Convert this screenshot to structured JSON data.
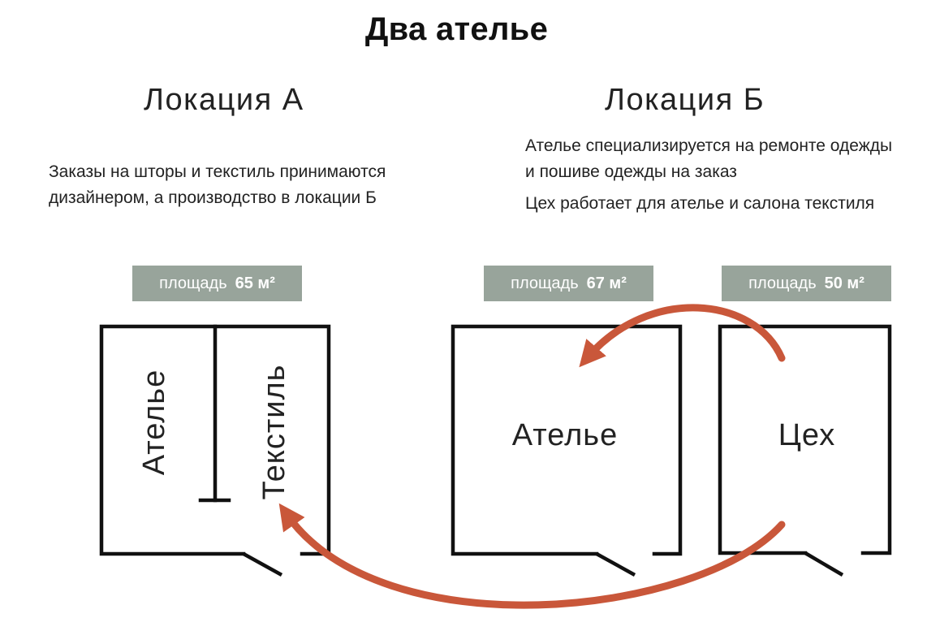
{
  "title": "Два ателье",
  "location_a": {
    "heading": "Локация А",
    "description": "Заказы на шторы и текстиль принимаются дизайнером, а производство в локации Б",
    "area": {
      "label": "площадь",
      "value": "65 м²"
    },
    "rooms": [
      "Ателье",
      "Текстиль"
    ]
  },
  "location_b": {
    "heading": "Локация Б",
    "description_1": "Ателье специализируется на ремонте одежды и пошиве одежды на заказ",
    "description_2": "Цех работает для ателье и салона текстиля",
    "areas": [
      {
        "label": "площадь",
        "value": "67 м²"
      },
      {
        "label": "площадь",
        "value": "50 м²"
      }
    ],
    "rooms": [
      "Ателье",
      "Цех"
    ]
  },
  "colors": {
    "arrow": "#c9573a",
    "area_badge": "#98a49b",
    "wall": "#111111"
  }
}
